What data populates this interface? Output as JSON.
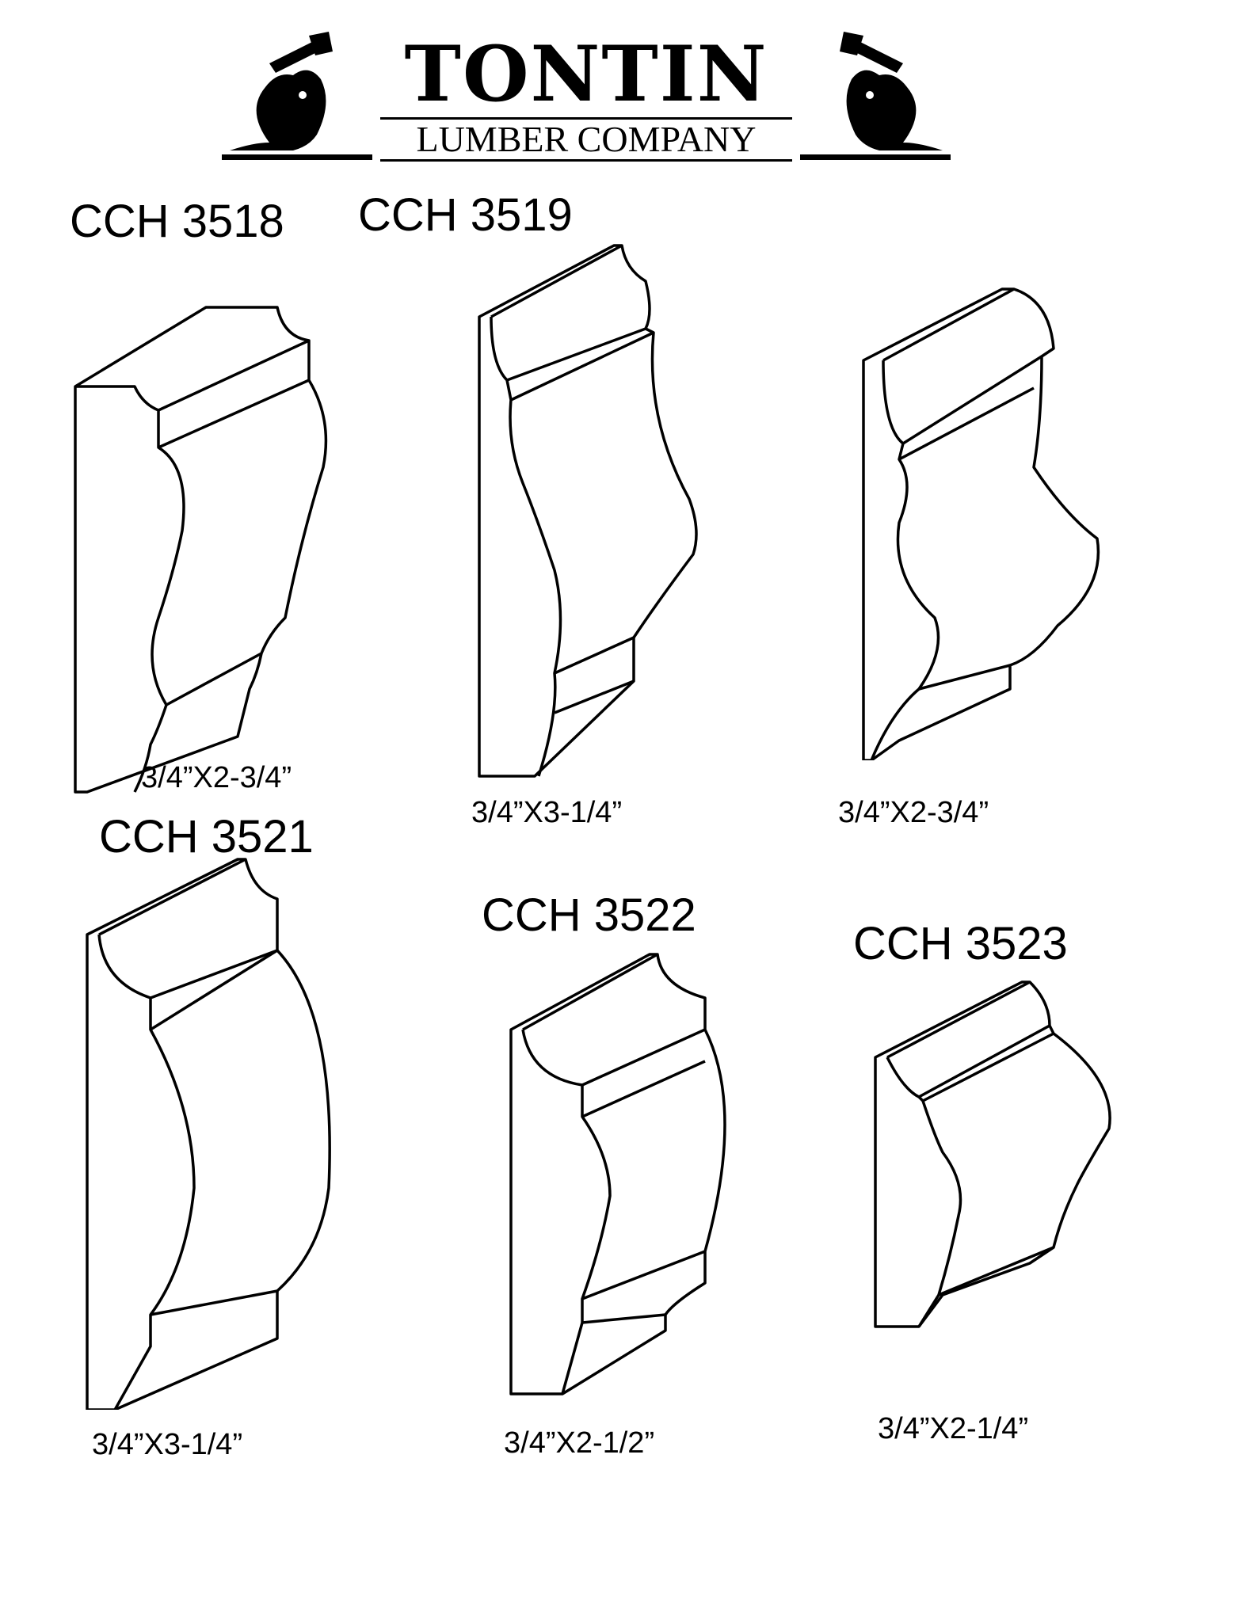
{
  "header": {
    "company_name": "TONTIN",
    "company_subtitle": "LUMBER COMPANY"
  },
  "products": [
    {
      "model": "CCH 3518",
      "dimensions": "3/4”X2-3/4”"
    },
    {
      "model": "CCH 3519",
      "dimensions": "3/4”X3-1/4”"
    },
    {
      "model": "",
      "dimensions": "3/4”X2-3/4”"
    },
    {
      "model": "CCH 3521",
      "dimensions": "3/4”X3-1/4”"
    },
    {
      "model": "CCH 3522",
      "dimensions": "3/4”X2-1/2”"
    },
    {
      "model": "CCH 3523",
      "dimensions": "3/4”X2-1/4”"
    }
  ],
  "colors": {
    "ink": "#000000",
    "paper": "#ffffff"
  }
}
